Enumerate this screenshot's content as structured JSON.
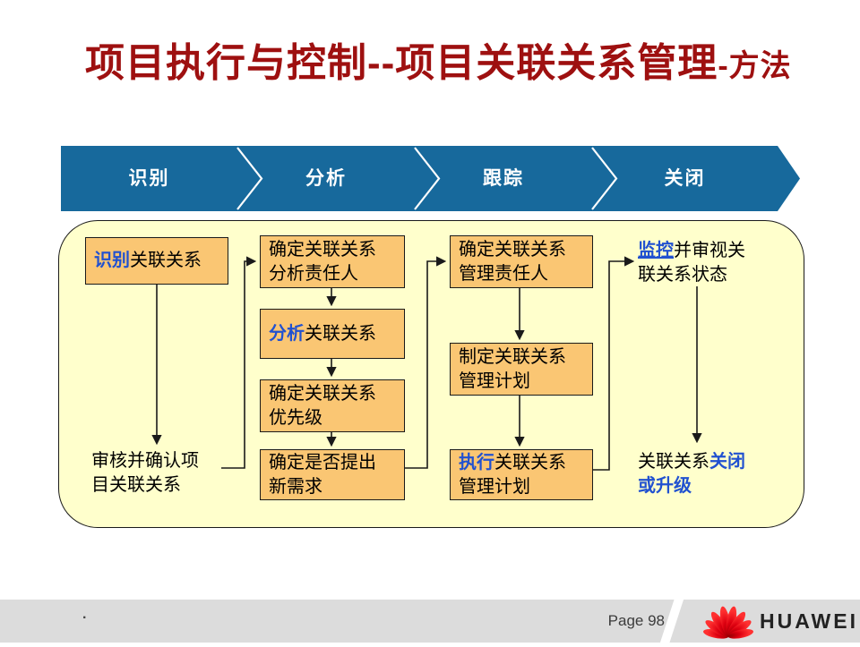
{
  "title": {
    "main": "项目执行与控制--项目关联关系管理",
    "suffix": "-方法"
  },
  "phases": [
    {
      "label": "识别"
    },
    {
      "label": "分析"
    },
    {
      "label": "跟踪"
    },
    {
      "label": "关闭"
    }
  ],
  "flow": {
    "identify_box": {
      "keyword": "识别",
      "rest": "关联关系"
    },
    "review_text": {
      "text": "审核并确认项\n目关联关系"
    },
    "analysis_owner_box": {
      "text": "确定关联关系\n分析责任人"
    },
    "analyze_box": {
      "keyword": "分析",
      "rest": "关联关系"
    },
    "priority_box": {
      "text": "确定关联关系\n优先级"
    },
    "new_demand_box": {
      "text": "确定是否提出\n新需求"
    },
    "mgmt_owner_box": {
      "text": "确定关联关系\n管理责任人"
    },
    "mgmt_plan_box": {
      "text": "制定关联关系\n管理计划"
    },
    "execute_box": {
      "keyword": "执行",
      "rest": "关联关系\n管理计划"
    },
    "monitor_text": {
      "keyword": "监控",
      "rest": "并审视关\n联关系状态"
    },
    "close_text": {
      "plain": "关联关系",
      "keyword": "关闭\n或升级"
    }
  },
  "footer": {
    "stray_dot": ".",
    "page_label": "Page 98",
    "brand": "HUAWEI"
  },
  "colors": {
    "title_red": "#9E1010",
    "bar_blue": "#17699C",
    "box_orange": "#FAC673",
    "panel_yellow": "#FFFFCC",
    "keyword_blue": "#2151D0",
    "huawei_red": "#E60012",
    "footer_gray": "#DCDCDC"
  }
}
